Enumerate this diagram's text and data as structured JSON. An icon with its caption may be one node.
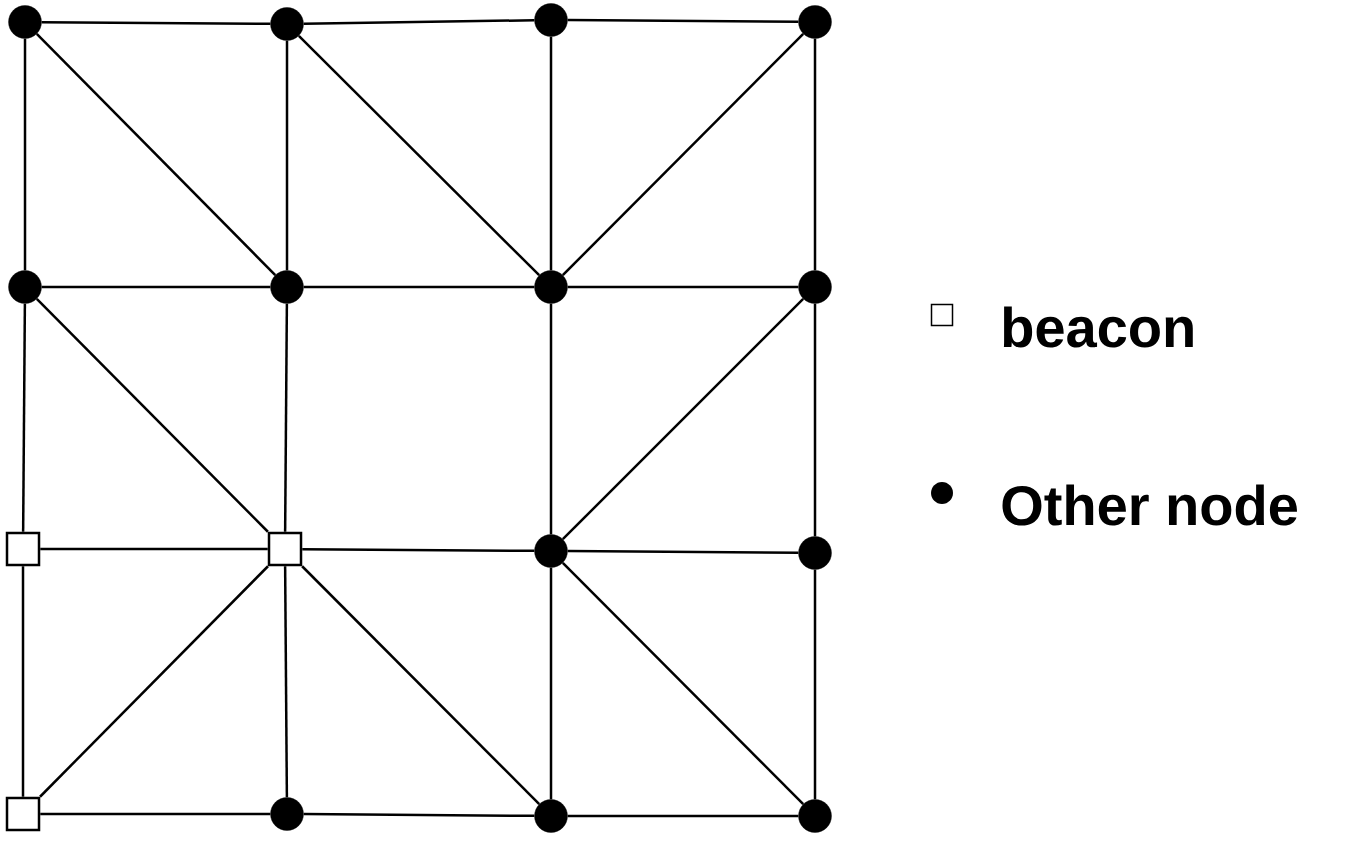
{
  "diagram": {
    "nodes": [
      {
        "text": [],
        "shape": "circle"
      },
      {
        "text": [],
        "shape": "circle"
      },
      {
        "text": [],
        "shape": "circle"
      },
      {
        "text": [],
        "shape": "circle"
      },
      {
        "text": [],
        "shape": "circle"
      },
      {
        "text": [],
        "shape": "circle"
      },
      {
        "text": [],
        "shape": "circle"
      },
      {
        "text": [],
        "shape": "circle"
      },
      {
        "text": [],
        "shape": "box"
      },
      {
        "text": [],
        "shape": "box"
      },
      {
        "text": [],
        "shape": "circle"
      },
      {
        "text": [],
        "shape": "circle"
      },
      {
        "text": [],
        "shape": "box"
      },
      {
        "text": [],
        "shape": "circle"
      },
      {
        "text": [],
        "shape": "circle"
      },
      {
        "text": [],
        "shape": "circle"
      }
    ],
    "edges": [
      {
        "from": 0,
        "to": 1,
        "arrow": "none"
      },
      {
        "from": 1,
        "to": 2,
        "arrow": "none"
      },
      {
        "from": 2,
        "to": 3,
        "arrow": "none"
      },
      {
        "from": 4,
        "to": 5,
        "arrow": "none"
      },
      {
        "from": 5,
        "to": 6,
        "arrow": "none"
      },
      {
        "from": 6,
        "to": 7,
        "arrow": "none"
      },
      {
        "from": 8,
        "to": 9,
        "arrow": "none"
      },
      {
        "from": 9,
        "to": 10,
        "arrow": "none"
      },
      {
        "from": 10,
        "to": 11,
        "arrow": "none"
      },
      {
        "from": 12,
        "to": 13,
        "arrow": "none"
      },
      {
        "from": 13,
        "to": 14,
        "arrow": "none"
      },
      {
        "from": 14,
        "to": 15,
        "arrow": "none"
      },
      {
        "from": 0,
        "to": 4,
        "arrow": "none"
      },
      {
        "from": 4,
        "to": 8,
        "arrow": "none"
      },
      {
        "from": 8,
        "to": 12,
        "arrow": "none"
      },
      {
        "from": 1,
        "to": 5,
        "arrow": "none"
      },
      {
        "from": 5,
        "to": 9,
        "arrow": "none"
      },
      {
        "from": 9,
        "to": 13,
        "arrow": "none"
      },
      {
        "from": 2,
        "to": 6,
        "arrow": "none"
      },
      {
        "from": 6,
        "to": 10,
        "arrow": "none"
      },
      {
        "from": 10,
        "to": 14,
        "arrow": "none"
      },
      {
        "from": 3,
        "to": 7,
        "arrow": "none"
      },
      {
        "from": 7,
        "to": 11,
        "arrow": "none"
      },
      {
        "from": 11,
        "to": 15,
        "arrow": "none"
      },
      {
        "from": 0,
        "to": 5,
        "arrow": "none"
      },
      {
        "from": 1,
        "to": 6,
        "arrow": "none"
      },
      {
        "from": 3,
        "to": 6,
        "arrow": "none"
      },
      {
        "from": 4,
        "to": 9,
        "arrow": "none"
      },
      {
        "from": 7,
        "to": 10,
        "arrow": "none"
      },
      {
        "from": 12,
        "to": 9,
        "arrow": "none"
      },
      {
        "from": 9,
        "to": 14,
        "arrow": "none"
      },
      {
        "from": 10,
        "to": 15,
        "arrow": "none"
      }
    ],
    "legend": [
      {
        "text": "beacon"
      },
      {
        "text": "Other node"
      }
    ]
  }
}
